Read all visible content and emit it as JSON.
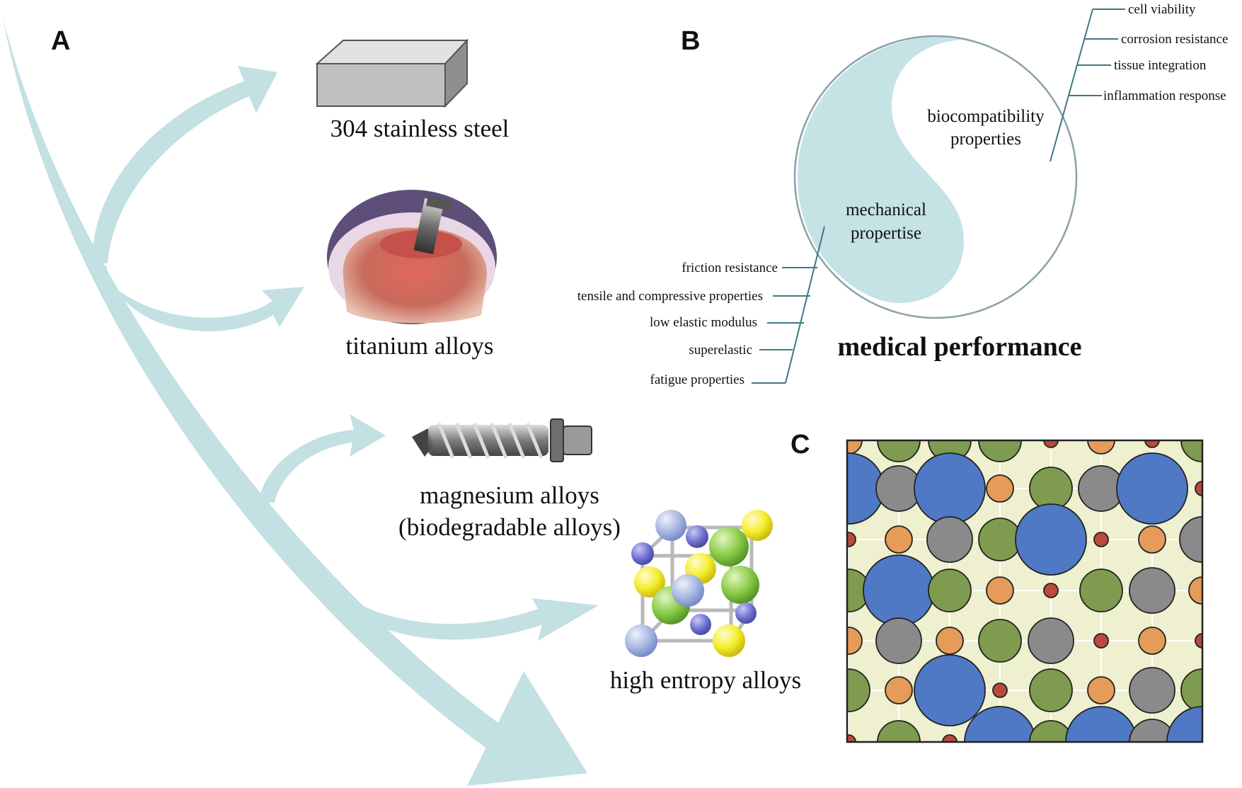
{
  "panels": {
    "a": "A",
    "b": "B",
    "c": "C"
  },
  "materials": {
    "steel": "304 stainless steel",
    "titanium": "titanium alloys",
    "magnesium_line1": "magnesium alloys",
    "magnesium_line2": "(biodegradable alloys)",
    "hea": "high entropy alloys"
  },
  "performance": {
    "title": "medical performance",
    "bio_line1": "biocompatibility",
    "bio_line2": "properties",
    "mech_line1": "mechanical",
    "mech_line2": "propertise",
    "bio_props": [
      "cell viability",
      "corrosion resistance",
      "tissue integration",
      "inflammation response"
    ],
    "mech_props": [
      "friction resistance",
      "tensile and compressive properties",
      "low elastic modulus",
      "superelastic",
      "fatigue properties"
    ]
  },
  "colors": {
    "arrow": "#c3e0e3",
    "yin": "#c5e2e5",
    "circle_stroke": "#8ca1a8",
    "leader_line": "#3f7882",
    "lattice_bg": "#eef0cf",
    "atom_blue": "#4f79c4",
    "atom_gray": "#8a8a8a",
    "atom_green": "#7e9b4f",
    "atom_orange": "#e59b5a",
    "atom_red": "#bb4a3c"
  }
}
